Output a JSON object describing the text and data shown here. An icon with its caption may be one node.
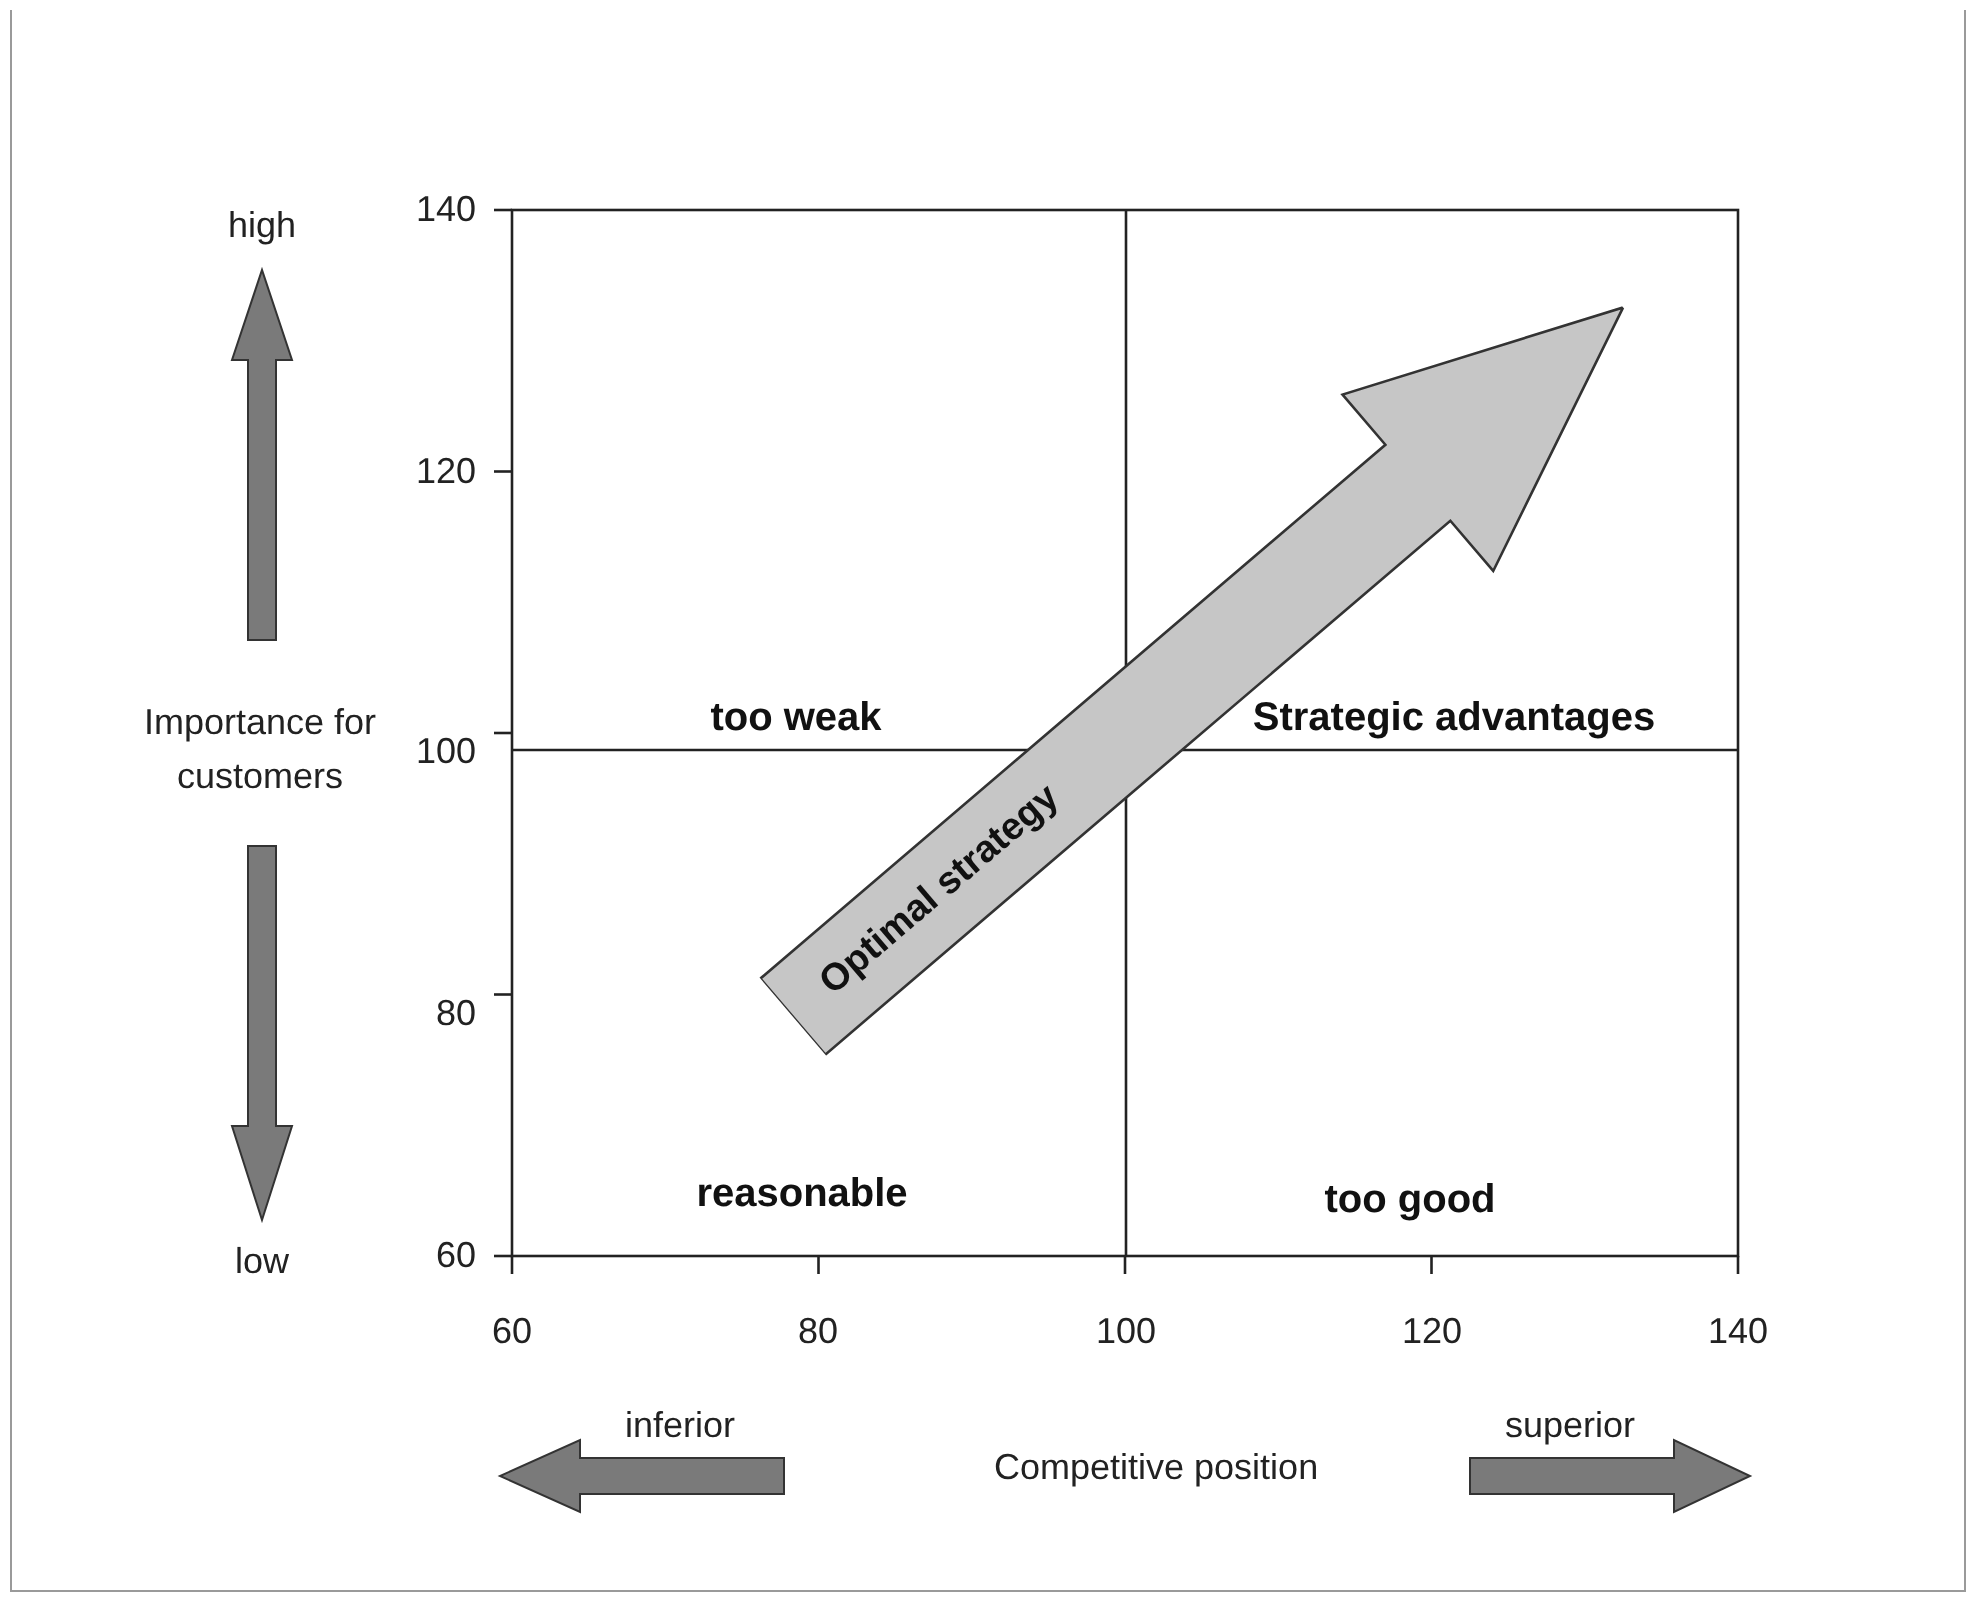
{
  "diagram": {
    "nodes": [
      {
        "text": [
          "Optimal strategy"
        ]
      }
    ],
    "labels": [
      "high",
      "140",
      "120",
      "Importance for customers",
      "too weak",
      "Strategic advantages",
      "100",
      "80",
      "reasonable",
      "too good",
      "low",
      "60",
      "60",
      "80",
      "100",
      "120",
      "140",
      "inferior",
      "superior",
      "Competitive position"
    ]
  }
}
